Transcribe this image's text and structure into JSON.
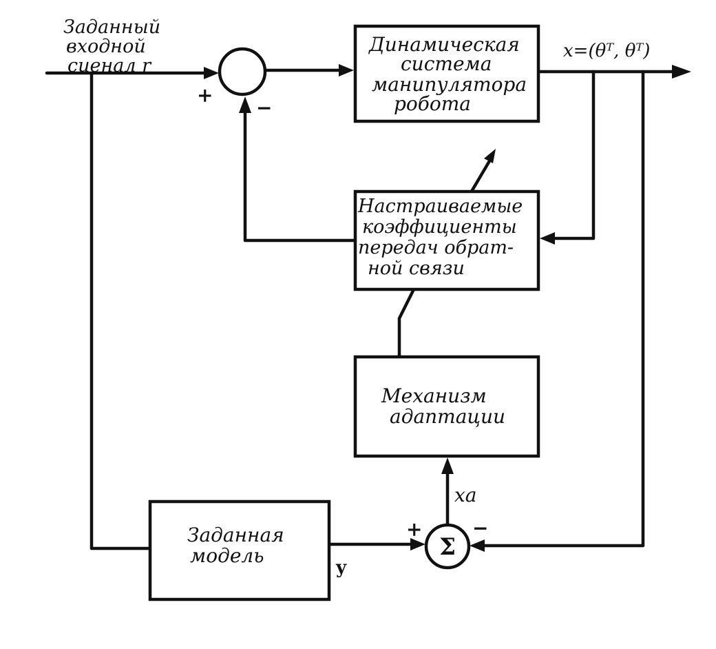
{
  "input_label": [
    "Заданный",
    "входной",
    "сиенал r"
  ],
  "output_label": "x=(θᵀ, θᵀ)",
  "blocks": {
    "dynamic_system": [
      "Динамическая",
      "система",
      "манипулятора",
      "робота"
    ],
    "adjustable_gains": [
      "Настраиваемые",
      "коэффициенты",
      "передач обрат-",
      "ной связи"
    ],
    "adaptation": [
      "Механизм",
      "адаптации"
    ],
    "reference_model": [
      "Заданная",
      "модель"
    ]
  },
  "summing_junction_1": {
    "plus_sign": "+",
    "minus_sign": "−"
  },
  "summing_junction_2": {
    "symbol": "Σ",
    "plus_sign": "+",
    "minus_sign": "−"
  },
  "signals": {
    "model_output": "y",
    "error_signal": "xa"
  }
}
